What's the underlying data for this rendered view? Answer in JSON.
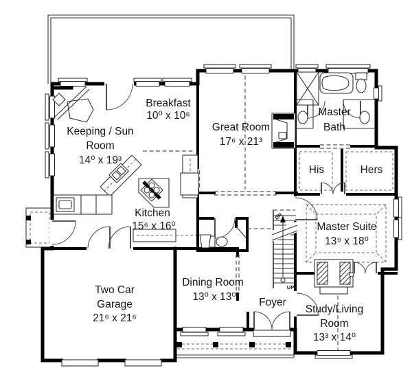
{
  "rooms": {
    "breakfast": {
      "name": "Breakfast",
      "dims": "10⁰ x 10⁶"
    },
    "keeping_sun_room": {
      "name_line1": "Keeping / Sun",
      "name_line2": "Room",
      "dims": "14⁰ x 19³"
    },
    "great_room": {
      "name": "Great Room",
      "dims": "17⁶ x 21³"
    },
    "master_bath": {
      "name_line1": "Master",
      "name_line2": "Bath"
    },
    "his_closet": {
      "name": "His"
    },
    "hers_closet": {
      "name": "Hers"
    },
    "kitchen": {
      "name": "Kitchen",
      "dims": "15⁶ x 16⁰"
    },
    "master_suite": {
      "name": "Master Suite",
      "dims": "13⁹ x 18⁰"
    },
    "two_car_garage": {
      "name_line1": "Two Car",
      "name_line2": "Garage",
      "dims": "21⁶ x 21⁶"
    },
    "dining_room": {
      "name": "Dining Room",
      "dims": "13⁰ x 13⁰"
    },
    "foyer": {
      "name": "Foyer"
    },
    "study_living_room": {
      "name_line1": "Study/Living",
      "name_line2": "Room",
      "dims": "13³ x 14⁰"
    }
  },
  "stairs": {
    "up": "UP",
    "down": "DN"
  },
  "colors": {
    "wall": "#000000",
    "background": "#ffffff"
  }
}
